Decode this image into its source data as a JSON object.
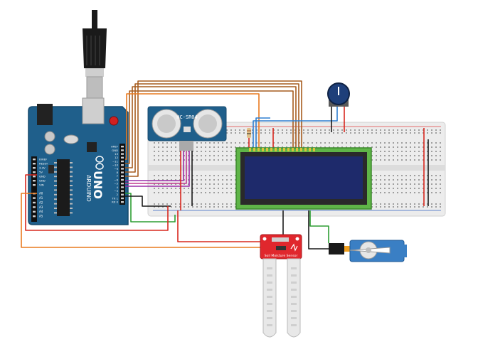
{
  "arduino": {
    "brand": "UNO",
    "maker": "ARDUINO",
    "top_header_pins": [
      "AREF",
      "GND",
      "13",
      "12",
      "~11",
      "~10",
      "~9",
      "8",
      "7",
      "~6",
      "~5",
      "4",
      "~3",
      "2",
      "TX 1",
      "RX 0"
    ],
    "power_pins": [
      "IOREF",
      "RESET",
      "3.3V",
      "5V",
      "GND",
      "GND",
      "VIN"
    ],
    "analog_pins": [
      "A0",
      "A1",
      "A2",
      "A3",
      "A4",
      "A5"
    ]
  },
  "ultrasonic": {
    "label": "HC-SR04"
  },
  "soil_sensor": {
    "label": "Soil Moisture Sensor"
  },
  "colors": {
    "board_blue": "#1f5f8b",
    "breadboard": "#ececec",
    "lcd_green": "#5fb548",
    "lcd_screen": "#1e2a6b",
    "sensor_red": "#e0272d",
    "wire_brown": "#a65c1e",
    "wire_orange": "#e97a1f",
    "wire_red": "#d9281f",
    "wire_green": "#2e9e34",
    "wire_purple": "#9b2fa8",
    "wire_black": "#1a1a1a",
    "wire_blue": "#2f7fd0"
  }
}
